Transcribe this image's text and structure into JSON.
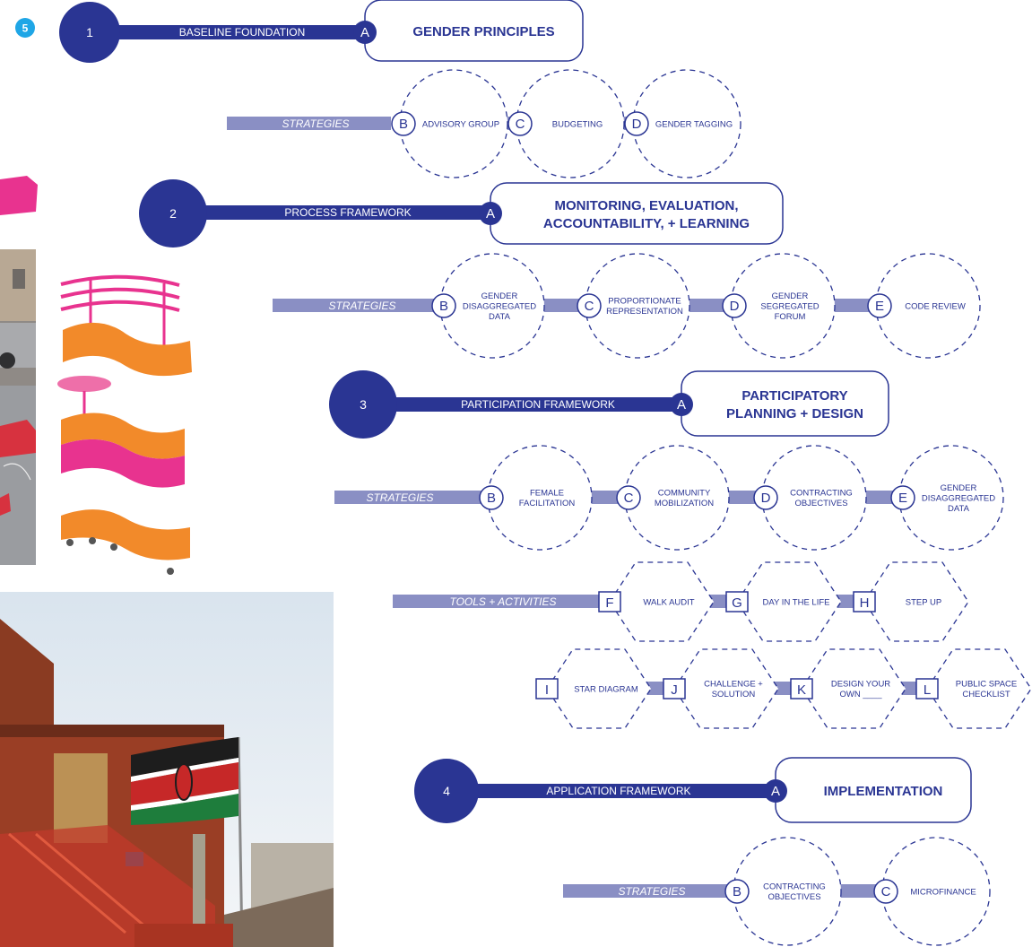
{
  "page_badge": "5",
  "colors": {
    "navy": "#2a3593",
    "strategy_bar": "#8a8fc4",
    "strategy_text": "#ffffff",
    "node_stroke": "#2a3593",
    "pink": "#e8338f",
    "orange": "#f28a2a"
  },
  "tiers": [
    {
      "number": "1",
      "framework": "BASELINE FOUNDATION",
      "principle_letter": "A",
      "principle": [
        "GENDER PRINCIPLES"
      ],
      "strategies": {
        "label": "STRATEGIES",
        "items": [
          {
            "letter": "B",
            "text": [
              "ADVISORY  GROUP"
            ]
          },
          {
            "letter": "C",
            "text": [
              "BUDGETING"
            ]
          },
          {
            "letter": "D",
            "text": [
              "GENDER TAGGING"
            ]
          }
        ]
      }
    },
    {
      "number": "2",
      "framework": "PROCESS FRAMEWORK",
      "principle_letter": "A",
      "principle": [
        "MONITORING, EVALUATION,",
        "ACCOUNTABILITY, + LEARNING"
      ],
      "strategies": {
        "label": "STRATEGIES",
        "items": [
          {
            "letter": "B",
            "text": [
              "GENDER",
              "DISAGGREGATED",
              "DATA"
            ]
          },
          {
            "letter": "C",
            "text": [
              "PROPORTIONATE",
              "REPRESENTATION"
            ]
          },
          {
            "letter": "D",
            "text": [
              "GENDER",
              "SEGREGATED",
              "FORUM"
            ]
          },
          {
            "letter": "E",
            "text": [
              "CODE REVIEW"
            ]
          }
        ]
      }
    },
    {
      "number": "3",
      "framework": "PARTICIPATION FRAMEWORK",
      "principle_letter": "A",
      "principle": [
        "PARTICIPATORY",
        "PLANNING + DESIGN"
      ],
      "strategies": {
        "label": "STRATEGIES",
        "items": [
          {
            "letter": "B",
            "text": [
              "FEMALE",
              "FACILITATION"
            ]
          },
          {
            "letter": "C",
            "text": [
              "COMMUNITY",
              "MOBILIZATION"
            ]
          },
          {
            "letter": "D",
            "text": [
              "CONTRACTING",
              "OBJECTIVES"
            ]
          },
          {
            "letter": "E",
            "text": [
              "GENDER",
              "DISAGGREGATED",
              "DATA"
            ]
          }
        ]
      },
      "tools": {
        "label": "TOOLS + ACTIVITIES",
        "row1": [
          {
            "letter": "F",
            "text": [
              "WALK AUDIT"
            ]
          },
          {
            "letter": "G",
            "text": [
              "DAY IN THE LIFE"
            ]
          },
          {
            "letter": "H",
            "text": [
              "STEP UP"
            ]
          }
        ],
        "row2": [
          {
            "letter": "I",
            "text": [
              "STAR DIAGRAM"
            ]
          },
          {
            "letter": "J",
            "text": [
              "CHALLENGE +",
              "SOLUTION"
            ]
          },
          {
            "letter": "K",
            "text": [
              "DESIGN YOUR",
              "OWN ____"
            ]
          },
          {
            "letter": "L",
            "text": [
              "PUBLIC SPACE",
              "CHECKLIST"
            ]
          }
        ]
      }
    },
    {
      "number": "4",
      "framework": "APPLICATION FRAMEWORK",
      "principle_letter": "A",
      "principle": [
        "IMPLEMENTATION"
      ],
      "strategies": {
        "label": "STRATEGIES",
        "items": [
          {
            "letter": "B",
            "text": [
              "CONTRACTING",
              "OBJECTIVES"
            ]
          },
          {
            "letter": "C",
            "text": [
              "MICROFINANCE"
            ]
          }
        ]
      }
    }
  ]
}
